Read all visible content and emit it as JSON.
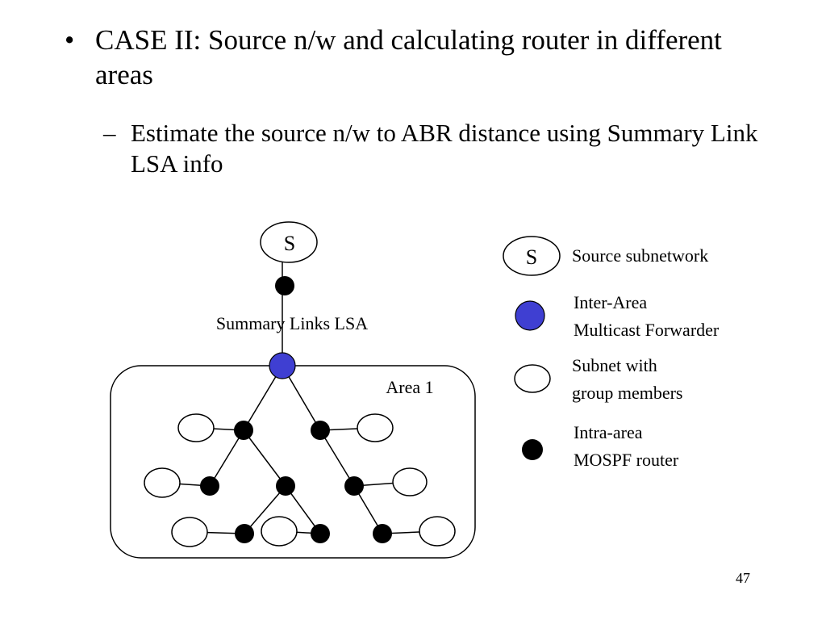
{
  "slide": {
    "bullet_1": "CASE II: Source n/w and calculating router in different areas",
    "bullet_2": "Estimate the source n/w to ABR distance using Summary Link LSA info",
    "bullet_1_marker": "•",
    "bullet_2_marker": "–",
    "page_number": "47"
  },
  "diagram": {
    "source_label": "S",
    "summary_label": "Summary Links LSA",
    "area_label": "Area 1",
    "colors": {
      "forwarder": "#3f3fd2",
      "router": "#000000",
      "subnet": "#ffffff",
      "line": "#000000"
    }
  },
  "legend": {
    "source_symbol": "S",
    "source": "Source subnetwork",
    "forwarder_line1": "Inter-Area",
    "forwarder_line2": "Multicast Forwarder",
    "subnet_line1": "Subnet with",
    "subnet_line2": "group members",
    "router_line1": "Intra-area",
    "router_line2": "MOSPF router"
  }
}
